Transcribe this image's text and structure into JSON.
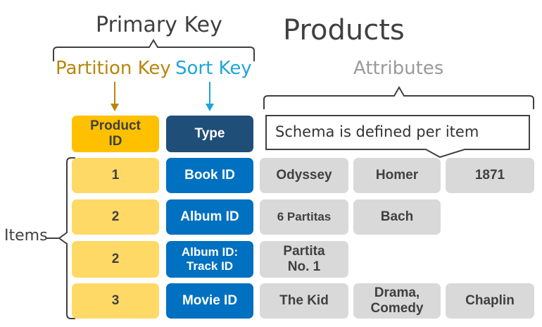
{
  "title": "Products",
  "primary_key_label": "Primary Key",
  "partition_key_label": "Partition Key",
  "sort_key_label": "Sort Key",
  "attributes_label": "Attributes",
  "items_label": "Items",
  "schema_callout": "Schema is defined per item",
  "headers": {
    "partition_key": "Product\nID",
    "sort_key": "Type"
  },
  "rows": [
    {
      "product_id": "1",
      "type": "Book ID",
      "attributes": [
        "Odyssey",
        "Homer",
        "1871"
      ]
    },
    {
      "product_id": "2",
      "type": "Album ID",
      "attributes": [
        "6 Partitas",
        "Bach"
      ]
    },
    {
      "product_id": "2",
      "type": "Album ID:\nTrack ID",
      "attributes": [
        "Partita\nNo. 1"
      ]
    },
    {
      "product_id": "3",
      "type": "Movie ID",
      "attributes": [
        "The Kid",
        "Drama,\nComedy",
        "Chaplin"
      ]
    }
  ],
  "colors": {
    "partition_key": "#B8860B",
    "sort_key": "#1FA5DB",
    "partition_fill": "#FFD966",
    "partition_header_fill": "#FFC000",
    "sort_fill": "#0070C0",
    "sort_header_fill": "#1F4E79",
    "attribute_fill": "#D9D9D9"
  }
}
